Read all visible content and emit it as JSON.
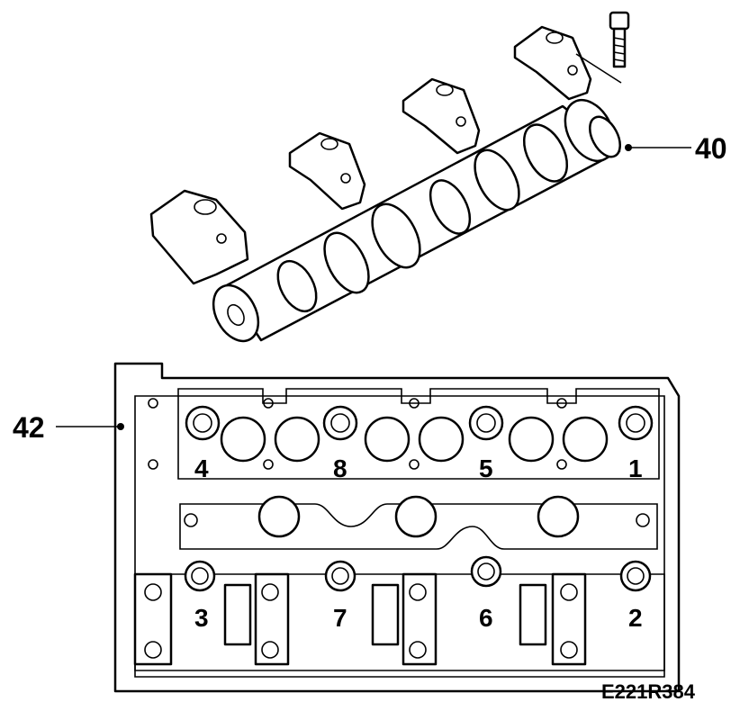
{
  "callouts": {
    "camshaft": "40",
    "cylinder_head": "42"
  },
  "bolt_sequence": {
    "top_row": [
      "4",
      "8",
      "5",
      "1"
    ],
    "bottom_row": [
      "3",
      "7",
      "6",
      "2"
    ]
  },
  "reference_code": "E221R384",
  "colors": {
    "ink": "#000000",
    "paper": "#ffffff"
  },
  "icons": {
    "bolt": "hex-head-bolt-icon",
    "bearing_cap": "bearing-cap-icon"
  }
}
